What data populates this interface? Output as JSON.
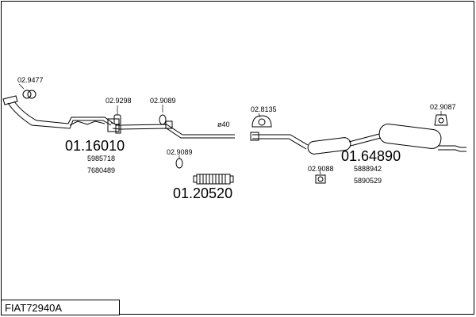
{
  "title": "FIAT72940A",
  "parts": [
    {
      "id": "02.9477"
    },
    {
      "id": "02.9298"
    },
    {
      "id": "02.9089"
    },
    {
      "id": "02.8135"
    },
    {
      "id": "02.9087"
    },
    {
      "id": "02.9089"
    },
    {
      "id": "02.9088"
    }
  ],
  "assemblies": [
    {
      "id": "01.16010",
      "refs": [
        "5985718",
        "7680489"
      ]
    },
    {
      "id": "01.20520",
      "refs": []
    },
    {
      "id": "01.64890",
      "refs": [
        "5888942",
        "5890529"
      ]
    }
  ],
  "pipe_label": "ø40"
}
